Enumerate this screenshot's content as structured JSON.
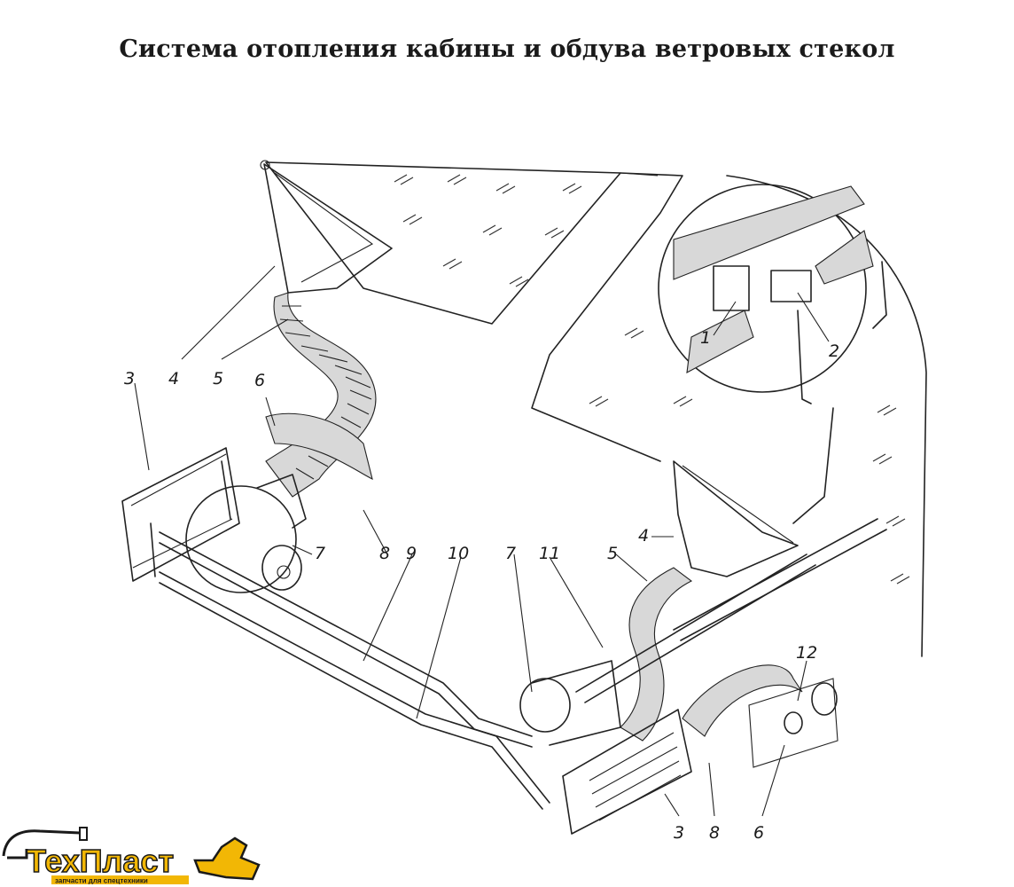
{
  "title": "Система отопления кабины и обдува ветровых стекол",
  "callouts": [
    {
      "id": "c3a",
      "text": "3"
    },
    {
      "id": "c4a",
      "text": "4"
    },
    {
      "id": "c5a",
      "text": "5"
    },
    {
      "id": "c6a",
      "text": "6"
    },
    {
      "id": "c7a",
      "text": "7"
    },
    {
      "id": "c8a",
      "text": "8"
    },
    {
      "id": "c9",
      "text": "9"
    },
    {
      "id": "c10",
      "text": "10"
    },
    {
      "id": "c7b",
      "text": "7"
    },
    {
      "id": "c11",
      "text": "11"
    },
    {
      "id": "c5b",
      "text": "5"
    },
    {
      "id": "c4b",
      "text": "4"
    },
    {
      "id": "c1",
      "text": "1"
    },
    {
      "id": "c2",
      "text": "2"
    },
    {
      "id": "c12",
      "text": "12"
    },
    {
      "id": "c3b",
      "text": "3"
    },
    {
      "id": "c8b",
      "text": "8"
    },
    {
      "id": "c6b",
      "text": "6"
    }
  ],
  "logo": {
    "brand_part1": "Тех",
    "brand_part2": "Пласт",
    "tagline": "запчасти для спецтехники",
    "color_brand": "#f2b705",
    "color_outline": "#1a1a1a"
  }
}
